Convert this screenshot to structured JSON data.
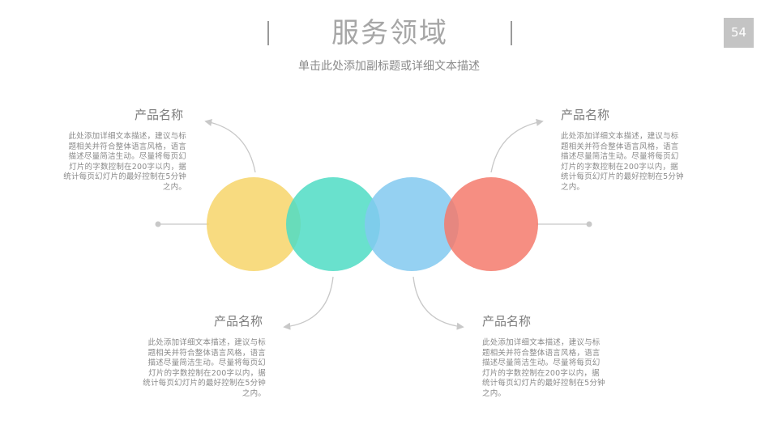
{
  "header": {
    "title": "服务领域",
    "subtitle": "单击此处添加副标题或详细文本描述",
    "page_number": "54"
  },
  "items": [
    {
      "title": "产品名称",
      "desc": "此处添加详细文本描述，建议与标题相关并符合整体语言风格，语言描述尽量简洁生动。尽量将每页幻灯片的字数控制在200字以内，据统计每页幻灯片的最好控制在5分钟之内。"
    },
    {
      "title": "产品名称",
      "desc": "此处添加详细文本描述，建议与标题相关并符合整体语言风格，语言描述尽量简洁生动。尽量将每页幻灯片的字数控制在200字以内，据统计每页幻灯片的最好控制在5分钟之内。"
    },
    {
      "title": "产品名称",
      "desc": "此处添加详细文本描述，建议与标题相关并符合整体语言风格，语言描述尽量简洁生动。尽量将每页幻灯片的字数控制在200字以内，据统计每页幻灯片的最好控制在5分钟之内。"
    },
    {
      "title": "产品名称",
      "desc": "此处添加详细文本描述，建议与标题相关并符合整体语言风格，语言描述尽量简洁生动。尽量将每页幻灯片的字数控制在200字以内，据统计每页幻灯片的最好控制在5分钟之内。"
    }
  ],
  "colors": {
    "circle_1": "#f7d56a",
    "circle_2": "#4fdcc4",
    "circle_3": "#83c9f0",
    "circle_4": "#f57a6c",
    "connector": "#c8c8c8"
  }
}
